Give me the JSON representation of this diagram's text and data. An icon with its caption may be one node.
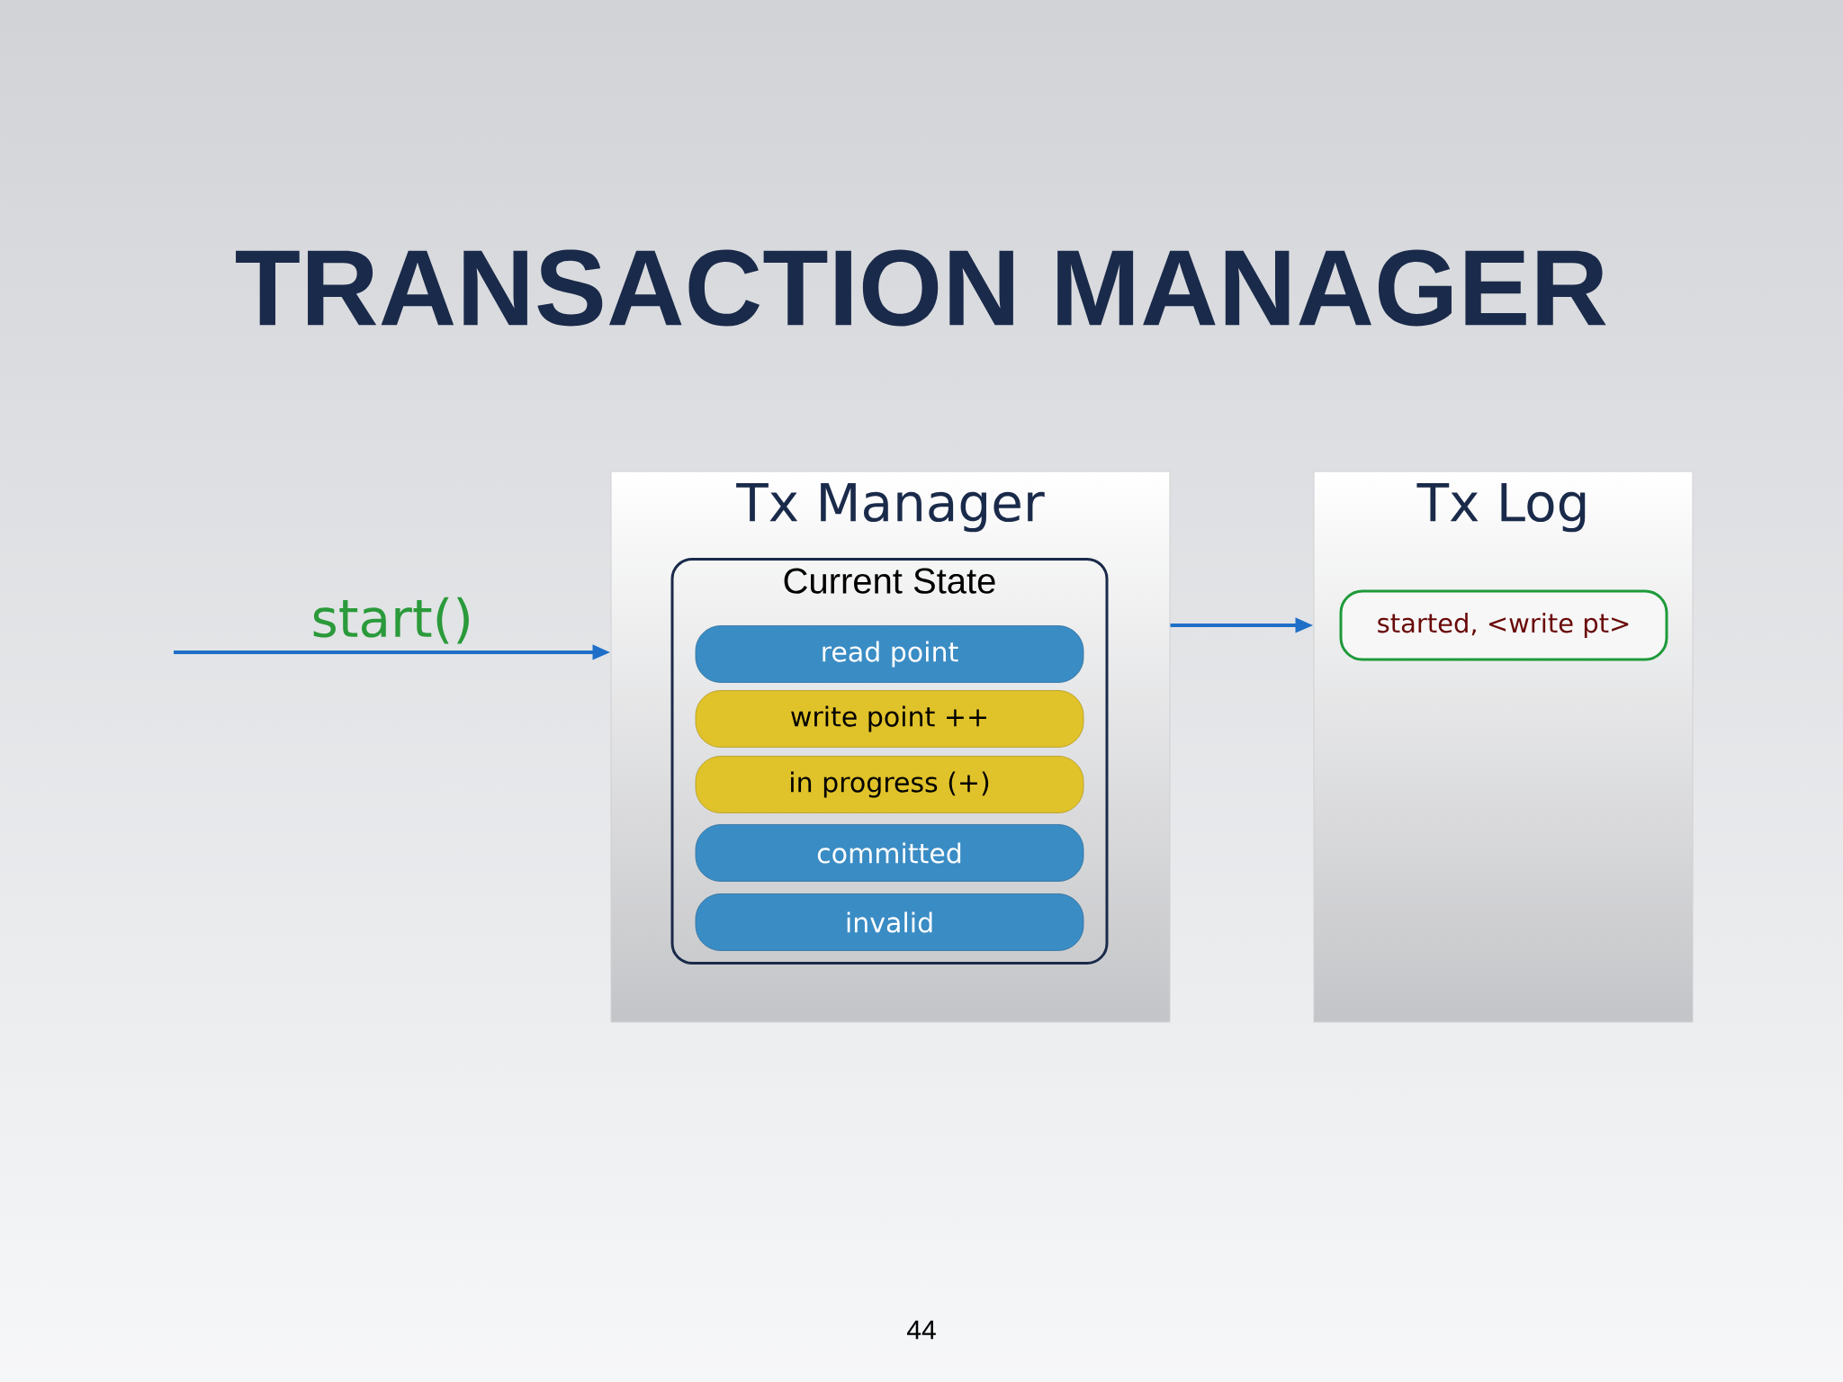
{
  "diagram": {
    "title": "TRANSACTION MANAGER",
    "nodes": [
      {
        "text": [
          "Tx Manager"
        ]
      },
      {
        "text": [
          "Current State"
        ],
        "in": 0
      },
      {
        "text": [
          "read point"
        ],
        "in": 1
      },
      {
        "text": [
          "write point ++"
        ],
        "in": 1
      },
      {
        "text": [
          "in progress (+)"
        ],
        "in": 1
      },
      {
        "text": [
          "committed"
        ],
        "in": 1
      },
      {
        "text": [
          "invalid"
        ],
        "in": 1
      },
      {
        "text": [
          "Tx Log"
        ]
      },
      {
        "text": [
          "started, <write pt>"
        ],
        "in": 7
      }
    ],
    "edges": [
      {
        "from": null,
        "to": 0,
        "arrow": "to",
        "label": "start()"
      },
      {
        "from": 0,
        "to": 7,
        "arrow": "to"
      }
    ],
    "labels": [
      "44"
    ]
  }
}
